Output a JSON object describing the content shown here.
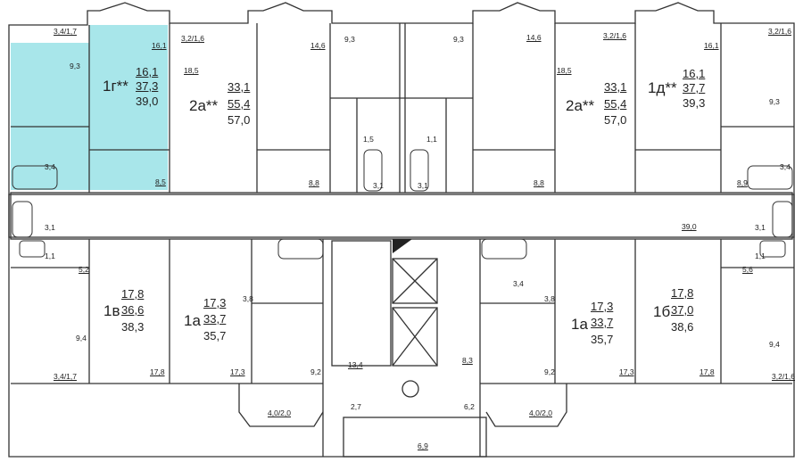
{
  "colors": {
    "wall": "#333333",
    "highlight": "#a8e6ea"
  },
  "apartments": [
    {
      "id": "apt-1g",
      "type": "1г**",
      "living": "16,1",
      "usable": "37,3",
      "total": "39,0",
      "highlighted": true
    },
    {
      "id": "apt-2a-left",
      "type": "2а**",
      "living": "33,1",
      "usable": "55,4",
      "total": "57,0",
      "highlighted": false
    },
    {
      "id": "apt-2a-right",
      "type": "2а**",
      "living": "33,1",
      "usable": "55,4",
      "total": "57,0",
      "highlighted": false
    },
    {
      "id": "apt-1d",
      "type": "1д**",
      "living": "16,1",
      "usable": "37,7",
      "total": "39,3",
      "highlighted": false
    },
    {
      "id": "apt-1v",
      "type": "1в",
      "living": "17,8",
      "usable": "36,6",
      "total": "38,3",
      "highlighted": false
    },
    {
      "id": "apt-1a-left",
      "type": "1а",
      "living": "17,3",
      "usable": "33,7",
      "total": "35,7",
      "highlighted": false
    },
    {
      "id": "apt-1a-right",
      "type": "1а",
      "living": "17,3",
      "usable": "33,7",
      "total": "35,7",
      "highlighted": false
    },
    {
      "id": "apt-1b",
      "type": "1б",
      "living": "17,8",
      "usable": "37,0",
      "total": "38,6",
      "highlighted": false
    }
  ],
  "room_areas": {
    "balcony_tl": "3,4/1,7",
    "room_1g": "16,1",
    "kitchen_1g": "9,3",
    "bath_1g": "3,4",
    "hall_1g": "8,5",
    "balcony_2a_l": "3,2/1,6",
    "room_2a_l_big": "18,5",
    "room_2a_l_small": "14,6",
    "kitchen_2a_l": "9,3",
    "bath_2a_l": "1,5",
    "hall_2a_l": "8,8",
    "wc_2a_l": "3,1",
    "kitchen_2a_r": "9,3",
    "room_2a_r_small": "14,6",
    "bath_2a_r": "1,1",
    "wc_2a_r": "3,1",
    "hall_2a_r": "8,8",
    "balcony_2a_r": "3,2/1,6",
    "room_2a_r_big": "18,5",
    "room_1d": "16,1",
    "balcony_tr": "3,2/1,6",
    "kitchen_1d": "9,3",
    "bath_1d": "3,4",
    "hall_1d": "8,9",
    "corridor": "39,0",
    "wc_1v": "3,1",
    "bath_1v": "1,1",
    "hall_1v": "5,2",
    "kitchen_1v": "9,4",
    "balcony_bl": "3,4/1,7",
    "room_1v": "17,8",
    "bath_1a_l": "3,8",
    "kitchen_1a_l": "9,2",
    "room_1a_l": "17,3",
    "hall_1a_l": "3,4",
    "stair_13": "13,4",
    "lobby_8": "8,3",
    "vest_27": "2,7",
    "vest_62": "6,2",
    "entry_69": "6,9",
    "loggia_l": "4,0/2,0",
    "loggia_r": "4,0/2,0",
    "bath_1a_r": "3,8",
    "kitchen_1a_r": "9,2",
    "room_1a_r": "17,3",
    "room_1b": "17,8",
    "wc_1b": "3,1",
    "bath_1b": "1,1",
    "hall_1b": "5,6",
    "kitchen_1b": "9,4",
    "balcony_br": "3,2/1,6"
  }
}
